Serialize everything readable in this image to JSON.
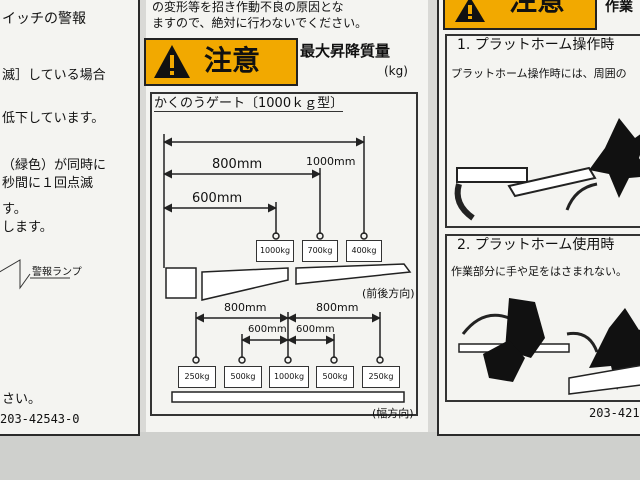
{
  "left_panel": {
    "lines": [
      "イッチの警報",
      "滅］している場合",
      "低下しています。",
      "（緑色）が同時に",
      "秒間に１回点滅",
      "す。",
      "します。",
      "警報ランプ",
      "さい。",
      "203-42543-0"
    ]
  },
  "center_panel": {
    "top_lines": [
      "の変形等を招き作動不良の原因とな",
      "ますので、絶対に行わないでください。"
    ],
    "caution_label": "注意",
    "max_load_title": "最大昇降質量",
    "unit": "(kg)",
    "gate_title": "かくのうゲート〔1000ｋｇ型〕",
    "dim_1000": "1000mm",
    "dim_800": "800mm",
    "dim_600": "600mm",
    "weights_top": [
      "1000kg",
      "700kg",
      "400kg"
    ],
    "front_back_label": "(前後方向)",
    "dim_bottom_left_800": "800mm",
    "dim_bottom_right_800": "800mm",
    "dim_bottom_left_600": "600mm",
    "dim_bottom_right_600": "600mm",
    "weights_bottom": [
      "250kg",
      "500kg",
      "1000kg",
      "500kg",
      "250kg"
    ],
    "width_label": "(幅方向)"
  },
  "right_panel": {
    "caution_label": "注意",
    "top_word": "作業",
    "section1_title": "1. プラットホーム操作時",
    "section1_text": "プラットホーム操作時には、周囲の",
    "section2_title": "2. プラットホーム使用時",
    "section2_text": "作業部分に手や足をはさまれない。",
    "code": "203-421"
  },
  "colors": {
    "caution_yellow": "#f2a900",
    "panel": "#f4f4f1",
    "line": "#222222"
  }
}
